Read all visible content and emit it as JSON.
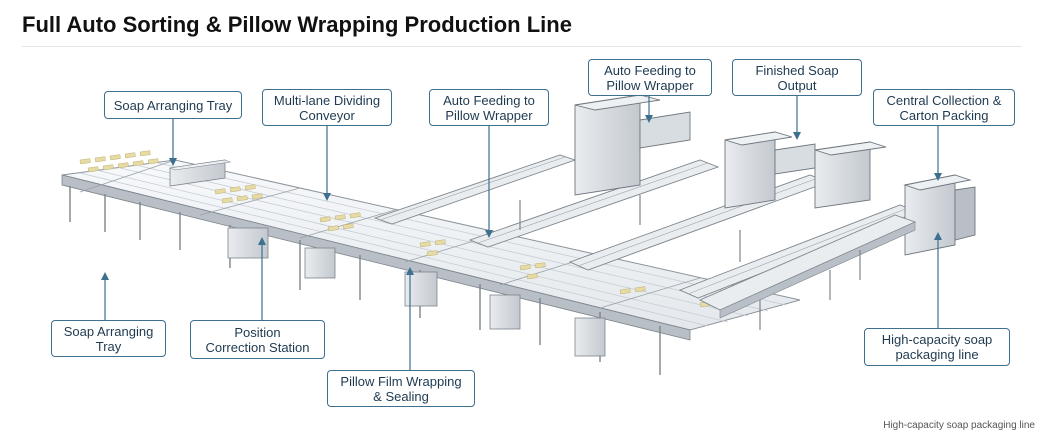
{
  "title": "Full Auto Sorting & Pillow Wrapping Production Line",
  "callouts": {
    "soap_tray_top": "Soap Arranging Tray",
    "multi_lane": "Multi-lane Dividing\nConveyor",
    "auto_feed_left": "Auto Feeding to\nPillow Wrapper",
    "auto_feed_top": "Auto Feeding to\nPillow Wrapper",
    "finished_output": "Finished Soap\nOutput",
    "central_collection": "Central Collection &\nCarton Packing",
    "soap_tray_bottom": "Soap Arranging\nTray",
    "position_correction": "Position\nCorrection Station",
    "pillow_film": "Pillow Film Wrapping\n& Sealing",
    "high_capacity": "High-capacity soap\npackaging line"
  },
  "footer": "High-capacity soap packaging line",
  "colors": {
    "callout_border": "#3d6f8f",
    "callout_text": "#1e3a50",
    "leader": "#3d6f8f",
    "frame": "#c9ced4",
    "frame_dark": "#7d848b",
    "belt": "#eef1f4",
    "soap": "#e6dba4"
  }
}
